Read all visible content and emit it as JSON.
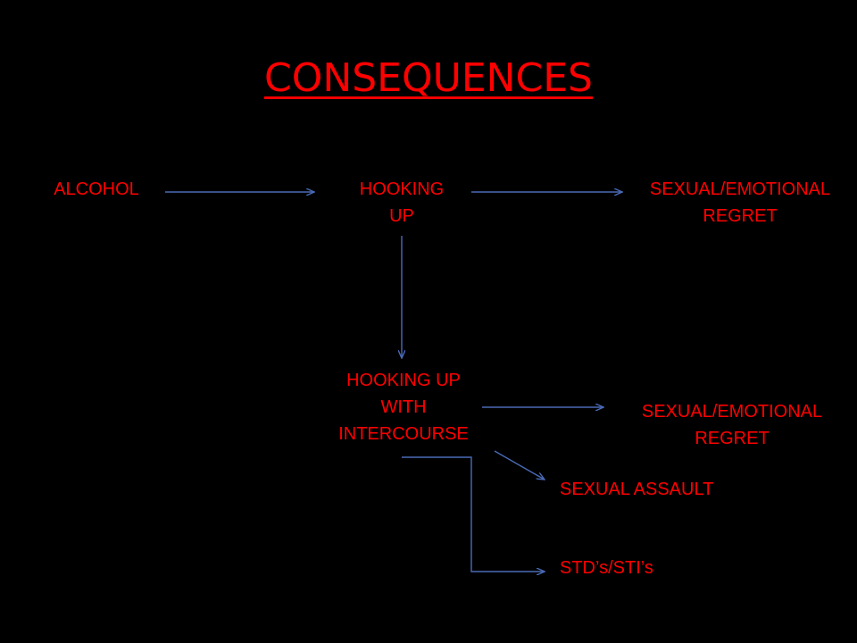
{
  "colors": {
    "background": "#000000",
    "text": "#ff0000",
    "arrow": "#4a6ab6"
  },
  "title": "CONSEQUENCES",
  "nodes": {
    "alcohol": "ALCOHOL",
    "hooking_up_line1": "HOOKING",
    "hooking_up_line2": "UP",
    "regret_1_line1": "SEXUAL/EMOTIONAL",
    "regret_1_line2": "REGRET",
    "intercourse_line1": "HOOKING UP",
    "intercourse_line2": "WITH",
    "intercourse_line3": "INTERCOURSE",
    "regret_2_line1": "SEXUAL/EMOTIONAL",
    "regret_2_line2": "REGRET",
    "sexual_assault": "SEXUAL ASSAULT",
    "stds": "STD’s/STI’s"
  },
  "edges": [
    {
      "from": "ALCOHOL",
      "to": "HOOKING UP"
    },
    {
      "from": "HOOKING UP",
      "to": "SEXUAL/EMOTIONAL REGRET"
    },
    {
      "from": "HOOKING UP",
      "to": "HOOKING UP WITH INTERCOURSE"
    },
    {
      "from": "HOOKING UP WITH INTERCOURSE",
      "to": "SEXUAL/EMOTIONAL REGRET"
    },
    {
      "from": "HOOKING UP WITH INTERCOURSE",
      "to": "SEXUAL ASSAULT"
    },
    {
      "from": "HOOKING UP WITH INTERCOURSE",
      "to": "STD’s/STI’s"
    }
  ]
}
